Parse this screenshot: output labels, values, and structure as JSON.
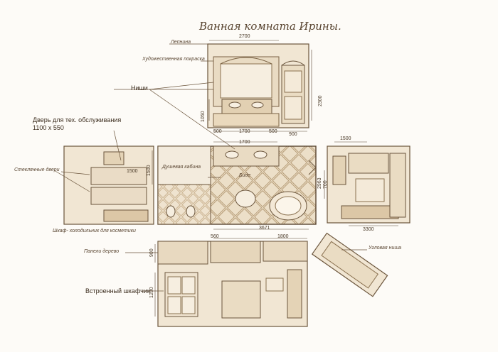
{
  "title": "Ванная комната Ирины.",
  "labels": {
    "lepnina": "Лепнина",
    "pokraska": "Художественная покраска",
    "nishi": "Ниши",
    "door_line1": "Дверь для тех. обслуживания",
    "door_line2": "1100 х 550",
    "glass_doors": "Стеклянные двери",
    "shower": "Душевая кабина",
    "bidet": "Биде",
    "fridge": "Шкаф- холодильник для косметики",
    "panels": "Панели дерево",
    "corner_niche": "Угловая ниша",
    "built_in": "Встроенный шкафчик"
  },
  "dims": {
    "d2700": "2700",
    "d2300": "2300",
    "d1050": "1050",
    "d500a": "500",
    "d1700a": "1700",
    "d500b": "500",
    "d900a": "900",
    "d1700b": "1700",
    "d1500a": "1500",
    "d1500b": "1500",
    "d1500c": "1500",
    "d2963": "2963",
    "d700": "700",
    "d3671": "3671",
    "d3300": "3300",
    "d560": "560",
    "d1800": "1800",
    "d900b": "900",
    "d1200": "1200"
  },
  "colors": {
    "ink": "#5a4632",
    "wash": "#efe3cf",
    "tile": "#e6d6bb",
    "paper": "#fdfbf7"
  }
}
